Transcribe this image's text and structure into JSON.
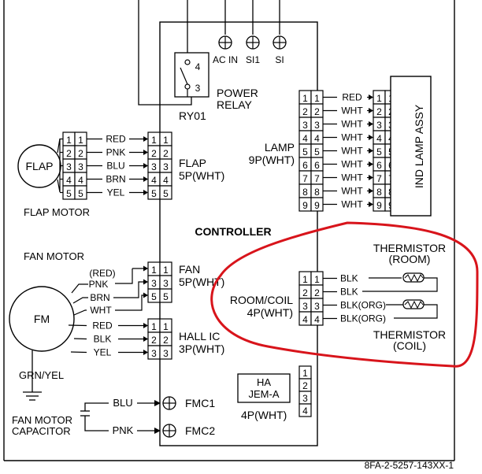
{
  "controller": {
    "label": "CONTROLLER"
  },
  "power_relay": {
    "label_line1": "POWER",
    "label_line2": "RELAY",
    "id": "RY01",
    "pin_upper": "4",
    "pin_lower": "3"
  },
  "power_terminals": [
    "AC IN",
    "SI1",
    "SI"
  ],
  "flap_motor": {
    "symbol": "FLAP",
    "caption": "FLAP MOTOR",
    "connector_line1": "FLAP",
    "connector_line2": "5P(WHT)",
    "pins": [
      "1",
      "2",
      "3",
      "4",
      "5"
    ],
    "wires": [
      "RED",
      "PNK",
      "BLU",
      "BRN",
      "YEL"
    ]
  },
  "lamp": {
    "connector_line1": "LAMP",
    "connector_line2": "9P(WHT)",
    "assembly": "IND LAMP ASSY",
    "pins": [
      "1",
      "2",
      "3",
      "4",
      "5",
      "6",
      "7",
      "8",
      "9"
    ],
    "wires": [
      "RED",
      "WHT",
      "WHT",
      "WHT",
      "WHT",
      "WHT",
      "WHT",
      "WHT",
      "WHT"
    ]
  },
  "fan_motor": {
    "caption": "FAN MOTOR",
    "symbol": "FM",
    "ground": "GRN/YEL",
    "connector_line1": "FAN",
    "connector_line2": "5P(WHT)",
    "pins": [
      "1",
      "3",
      "5"
    ],
    "wires": [
      "(RED)",
      "PNK",
      "BRN",
      "WHT"
    ]
  },
  "hall_ic": {
    "connector_line1": "HALL IC",
    "connector_line2": "3P(WHT)",
    "pins": [
      "1",
      "2",
      "3"
    ],
    "wires": [
      "RED",
      "BLK",
      "YEL"
    ]
  },
  "room_coil": {
    "connector_line1": "ROOM/COIL",
    "connector_line2": "4P(WHT)",
    "pins": [
      "1",
      "2",
      "3",
      "4"
    ],
    "wires": [
      "BLK",
      "BLK",
      "BLK(ORG)",
      "BLK(ORG)"
    ]
  },
  "thermistor_room": {
    "line1": "THERMISTOR",
    "line2": "(ROOM)"
  },
  "thermistor_coil": {
    "line1": "THERMISTOR",
    "line2": "(COIL)"
  },
  "ha": {
    "line1": "HA",
    "line2": "JEM-A",
    "connector": "4P(WHT)",
    "pins": [
      "1",
      "2",
      "3",
      "4"
    ]
  },
  "fan_capacitor": {
    "line1": "FAN MOTOR",
    "line2": "CAPACITOR",
    "wire_upper": "BLU",
    "wire_lower": "PNK",
    "terminal_upper": "FMC1",
    "terminal_lower": "FMC2"
  },
  "diagram_code": "8FA-2-5257-143XX-1",
  "colors": {
    "line": "#000000",
    "highlight": "#d8141b"
  }
}
